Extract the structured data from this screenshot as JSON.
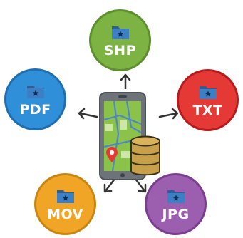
{
  "formats": {
    "shp": {
      "label": "SHP",
      "color": "#7cb342",
      "border": "#5e8f2e"
    },
    "pdf": {
      "label": "PDF",
      "color": "#2f8fd8",
      "border": "#1f6fb0"
    },
    "txt": {
      "label": "TXT",
      "color": "#e53935",
      "border": "#b71c1c"
    },
    "mov": {
      "label": "MOV",
      "color": "#f0a526",
      "border": "#c98512"
    },
    "jpg": {
      "label": "JPG",
      "color": "#9c5fb0",
      "border": "#7a3e8f"
    }
  },
  "icons": {
    "folder": "folder-star-icon",
    "phone": "smartphone-map-icon",
    "database": "database-icon",
    "pin": "map-pin-icon",
    "arrow": "arrow-icon"
  },
  "colors": {
    "folder_body": "#3d7fc4",
    "folder_tab": "#2b5f99",
    "star": "#0d2c52",
    "phone_body": "#6d7379",
    "map_green": "#8bc34a",
    "database": "#c8a04a",
    "pin": "#e53935",
    "arrow": "#333333"
  }
}
